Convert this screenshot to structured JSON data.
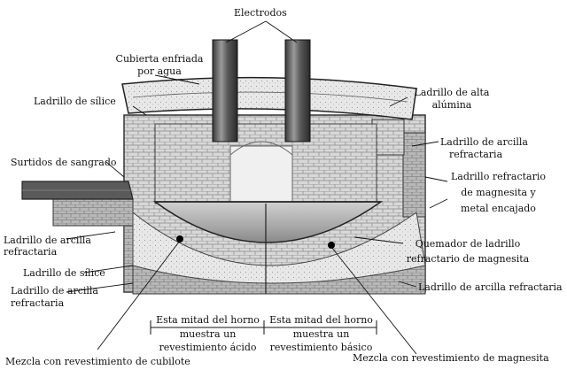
{
  "diagram": {
    "labels": {
      "electrodes": "Electrodos",
      "water_cooled_roof_1": "Cubierta enfriada",
      "water_cooled_roof_2": "por agua",
      "silica_brick_top": "Ladrillo de sílice",
      "high_alumina_brick_1": "Ladrillo de alta",
      "high_alumina_brick_2": "alúmina",
      "fireclay_brick_right_1": "Ladrillo de arcilla",
      "fireclay_brick_right_2": "refractaria",
      "tapping_spout": "Surtidos de sangrado",
      "magnesite_metal_cased_1": "Ladrillo refractario",
      "magnesite_metal_cased_2": "de magnesita y",
      "magnesite_metal_cased_3": "metal encajado",
      "fireclay_brick_left_1": "Ladrillo de arcilla",
      "fireclay_brick_left_2": "refractaria",
      "burned_magnesite_1": "Quemador de ladrillo",
      "burned_magnesite_2": "refractario de magnesita",
      "silica_brick_bottom": "Ladrillo de sílice",
      "fireclay_brick_bottom_right": "Ladrillo de arcilla refractaria",
      "fireclay_brick_bottom_left_1": "Ladrillo de arcilla",
      "fireclay_brick_bottom_left_2": "refractaria",
      "acid_half_1": "Esta mitad del horno",
      "acid_half_2": "muestra un",
      "acid_half_3": "revestimiento ácido",
      "basic_half_1": "Esta mitad del horno",
      "basic_half_2": "muestra un",
      "basic_half_3": "revestimiento básico",
      "ganister_mix": "Mezcla con revestimiento de cubilote",
      "magnesite_mix": "Mezcla con revestimiento de magnesita"
    }
  }
}
